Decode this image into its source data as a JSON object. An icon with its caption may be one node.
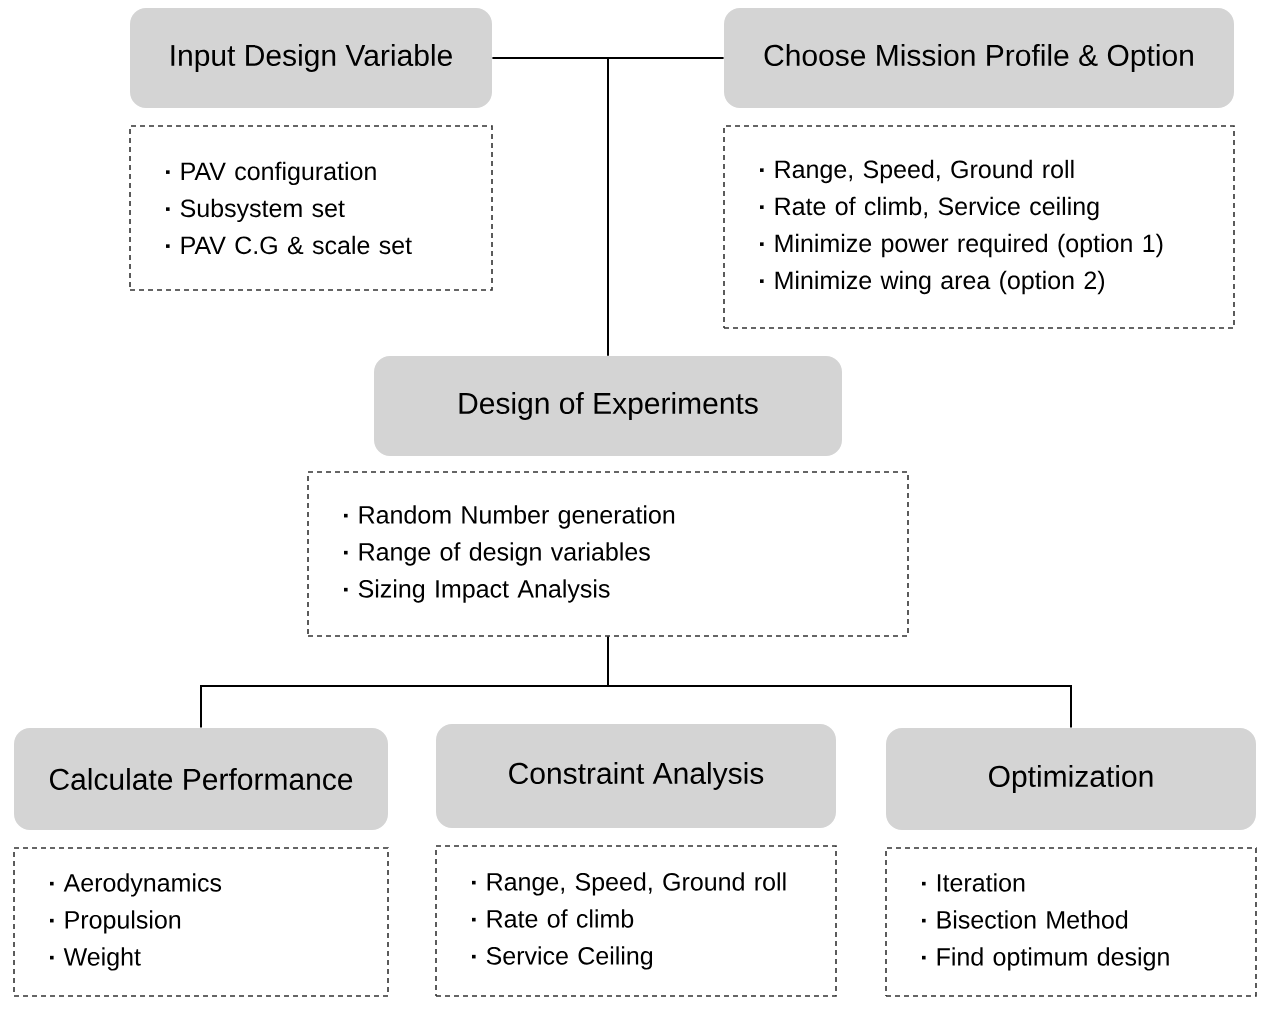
{
  "diagram": {
    "nodes": [
      {
        "text": [
          "Input Design Variable"
        ]
      },
      {
        "text": [
          "PAV configuration",
          "Subsystem set",
          "PAV C.G & scale set"
        ]
      },
      {
        "text": [
          "Choose Mission Profile & Option"
        ]
      },
      {
        "text": [
          "Range, Speed, Ground roll",
          "Rate of climb, Service ceiling",
          "Minimize power required (option 1)",
          "Minimize wing area (option 2)"
        ]
      },
      {
        "text": [
          "Design of Experiments"
        ]
      },
      {
        "text": [
          "Random Number generation",
          "Range of design variables",
          "Sizing Impact Analysis"
        ]
      },
      {
        "text": [
          "Calculate Performance"
        ]
      },
      {
        "text": [
          "Aerodynamics",
          "Propulsion",
          "Weight"
        ]
      },
      {
        "text": [
          "Constraint Analysis"
        ]
      },
      {
        "text": [
          "Range, Speed, Ground roll",
          "Rate of climb",
          "Service Ceiling"
        ]
      },
      {
        "text": [
          "Optimization"
        ]
      },
      {
        "text": [
          "Iteration",
          "Bisection Method",
          "Find optimum design"
        ]
      }
    ],
    "edges": [
      {
        "from": 0,
        "to": 4,
        "arrow": "none"
      },
      {
        "from": 2,
        "to": 4,
        "arrow": "none"
      },
      {
        "from": 5,
        "to": 6,
        "arrow": "none"
      },
      {
        "from": 5,
        "to": 10,
        "arrow": "none"
      }
    ]
  }
}
